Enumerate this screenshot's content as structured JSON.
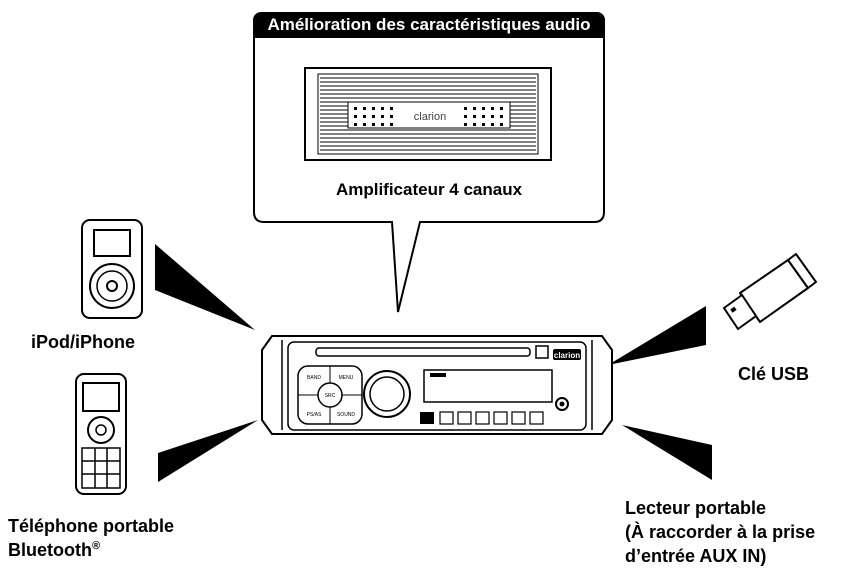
{
  "callout": {
    "title": "Amélioration des caractéristiques audio",
    "device_label": "Amplificateur 4 canaux",
    "amp_brand": "clarion"
  },
  "devices": {
    "ipod": {
      "label": "iPod/iPhone"
    },
    "phone": {
      "label_line1": "Téléphone portable",
      "label_line2": "Bluetooth",
      "label_sup": "®"
    },
    "usb": {
      "label": "Clé USB"
    },
    "portable_player": {
      "label_line1": "Lecteur portable",
      "label_line2": "(À raccorder à la prise",
      "label_line3": "d’entrée AUX IN)"
    }
  },
  "head_unit": {
    "buttons": [
      "BAND",
      "MENU",
      "SRC",
      "PS/AS",
      "SOUND"
    ],
    "brand": "clarion"
  },
  "colors": {
    "line": "#000000",
    "background": "#ffffff",
    "title_bar": "#000000",
    "title_text": "#ffffff"
  }
}
